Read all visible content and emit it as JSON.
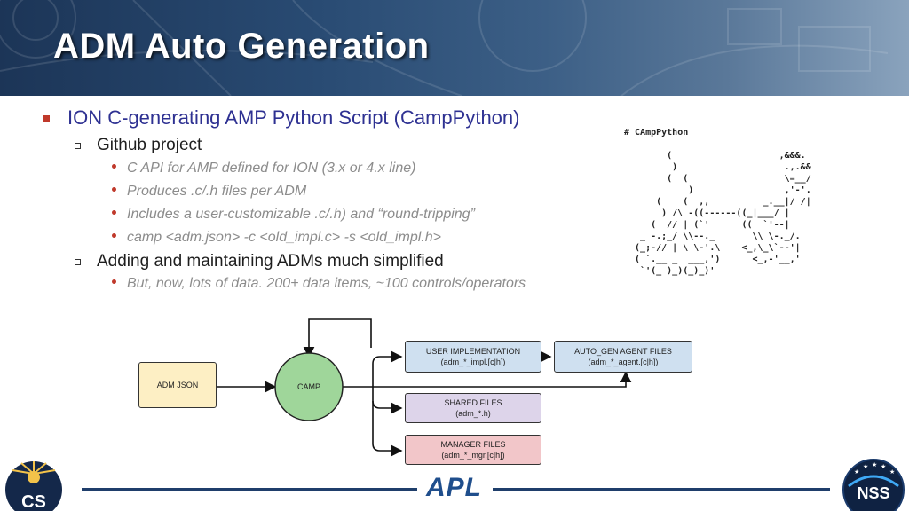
{
  "slide": {
    "title": "ADM Auto Generation"
  },
  "bullets": {
    "level1": "ION C-generating AMP Python Script (CampPython)",
    "github": "Github project",
    "github_items": [
      "C API for AMP defined for ION (3.x or 4.x line)",
      "Produces .c/.h files per ADM",
      "Includes a user-customizable .c/.h) and “round-tripping”",
      "camp <adm.json> -c <old_impl.c> -s <old_impl.h>"
    ],
    "adding": "Adding and maintaining ADMs much simplified",
    "adding_items": [
      "But, now, lots of data. 200+ data items, ~100 controls/operators"
    ]
  },
  "ascii_art": "# CAmpPython\n\n        (                    ,&&&.\n         )                    .,.&&\n        (  (                  \\=__/\n            )                 ,'-'.\n      (    (  ,,          _.__|/ /|\n       ) /\\ -((------((_|___/ |\n     (  // | (`'      ((  `'--|\n   _ -.;_/ \\\\--._       \\\\ \\-._/.\n  (_;-// | \\ \\-'.\\    <_,\\_\\`--'|\n  ( `.__ _  ___,')      <_,-'__,'\n   `'(_ )_)(_)_)'",
  "diagram": {
    "adm_json": "ADM JSON",
    "camp": "CAMP",
    "user_impl_title": "USER IMPLEMENTATION",
    "user_impl_files": "(adm_*_impl.[c|h])",
    "agent_title": "AUTO_GEN AGENT FILES",
    "agent_files": "(adm_*_agent.[c|h])",
    "shared_title": "SHARED FILES",
    "shared_files": "(adm_*.h)",
    "manager_title": "MANAGER FILES",
    "manager_files": "(adm_*_mgr.[c|h])"
  },
  "footer": {
    "left_logo": "CS",
    "center_logo": "APL",
    "right_logo": "NSS"
  },
  "colors": {
    "bullet_red": "#c0392b",
    "level1_blue": "#2e3192",
    "footer_navy": "#1f3e6b",
    "adm_json_fill": "#fdefc4",
    "camp_fill": "#9fd69a",
    "user_impl_fill": "#cfe0f0",
    "shared_fill": "#ddd4ea",
    "manager_fill": "#f2c6c9"
  }
}
